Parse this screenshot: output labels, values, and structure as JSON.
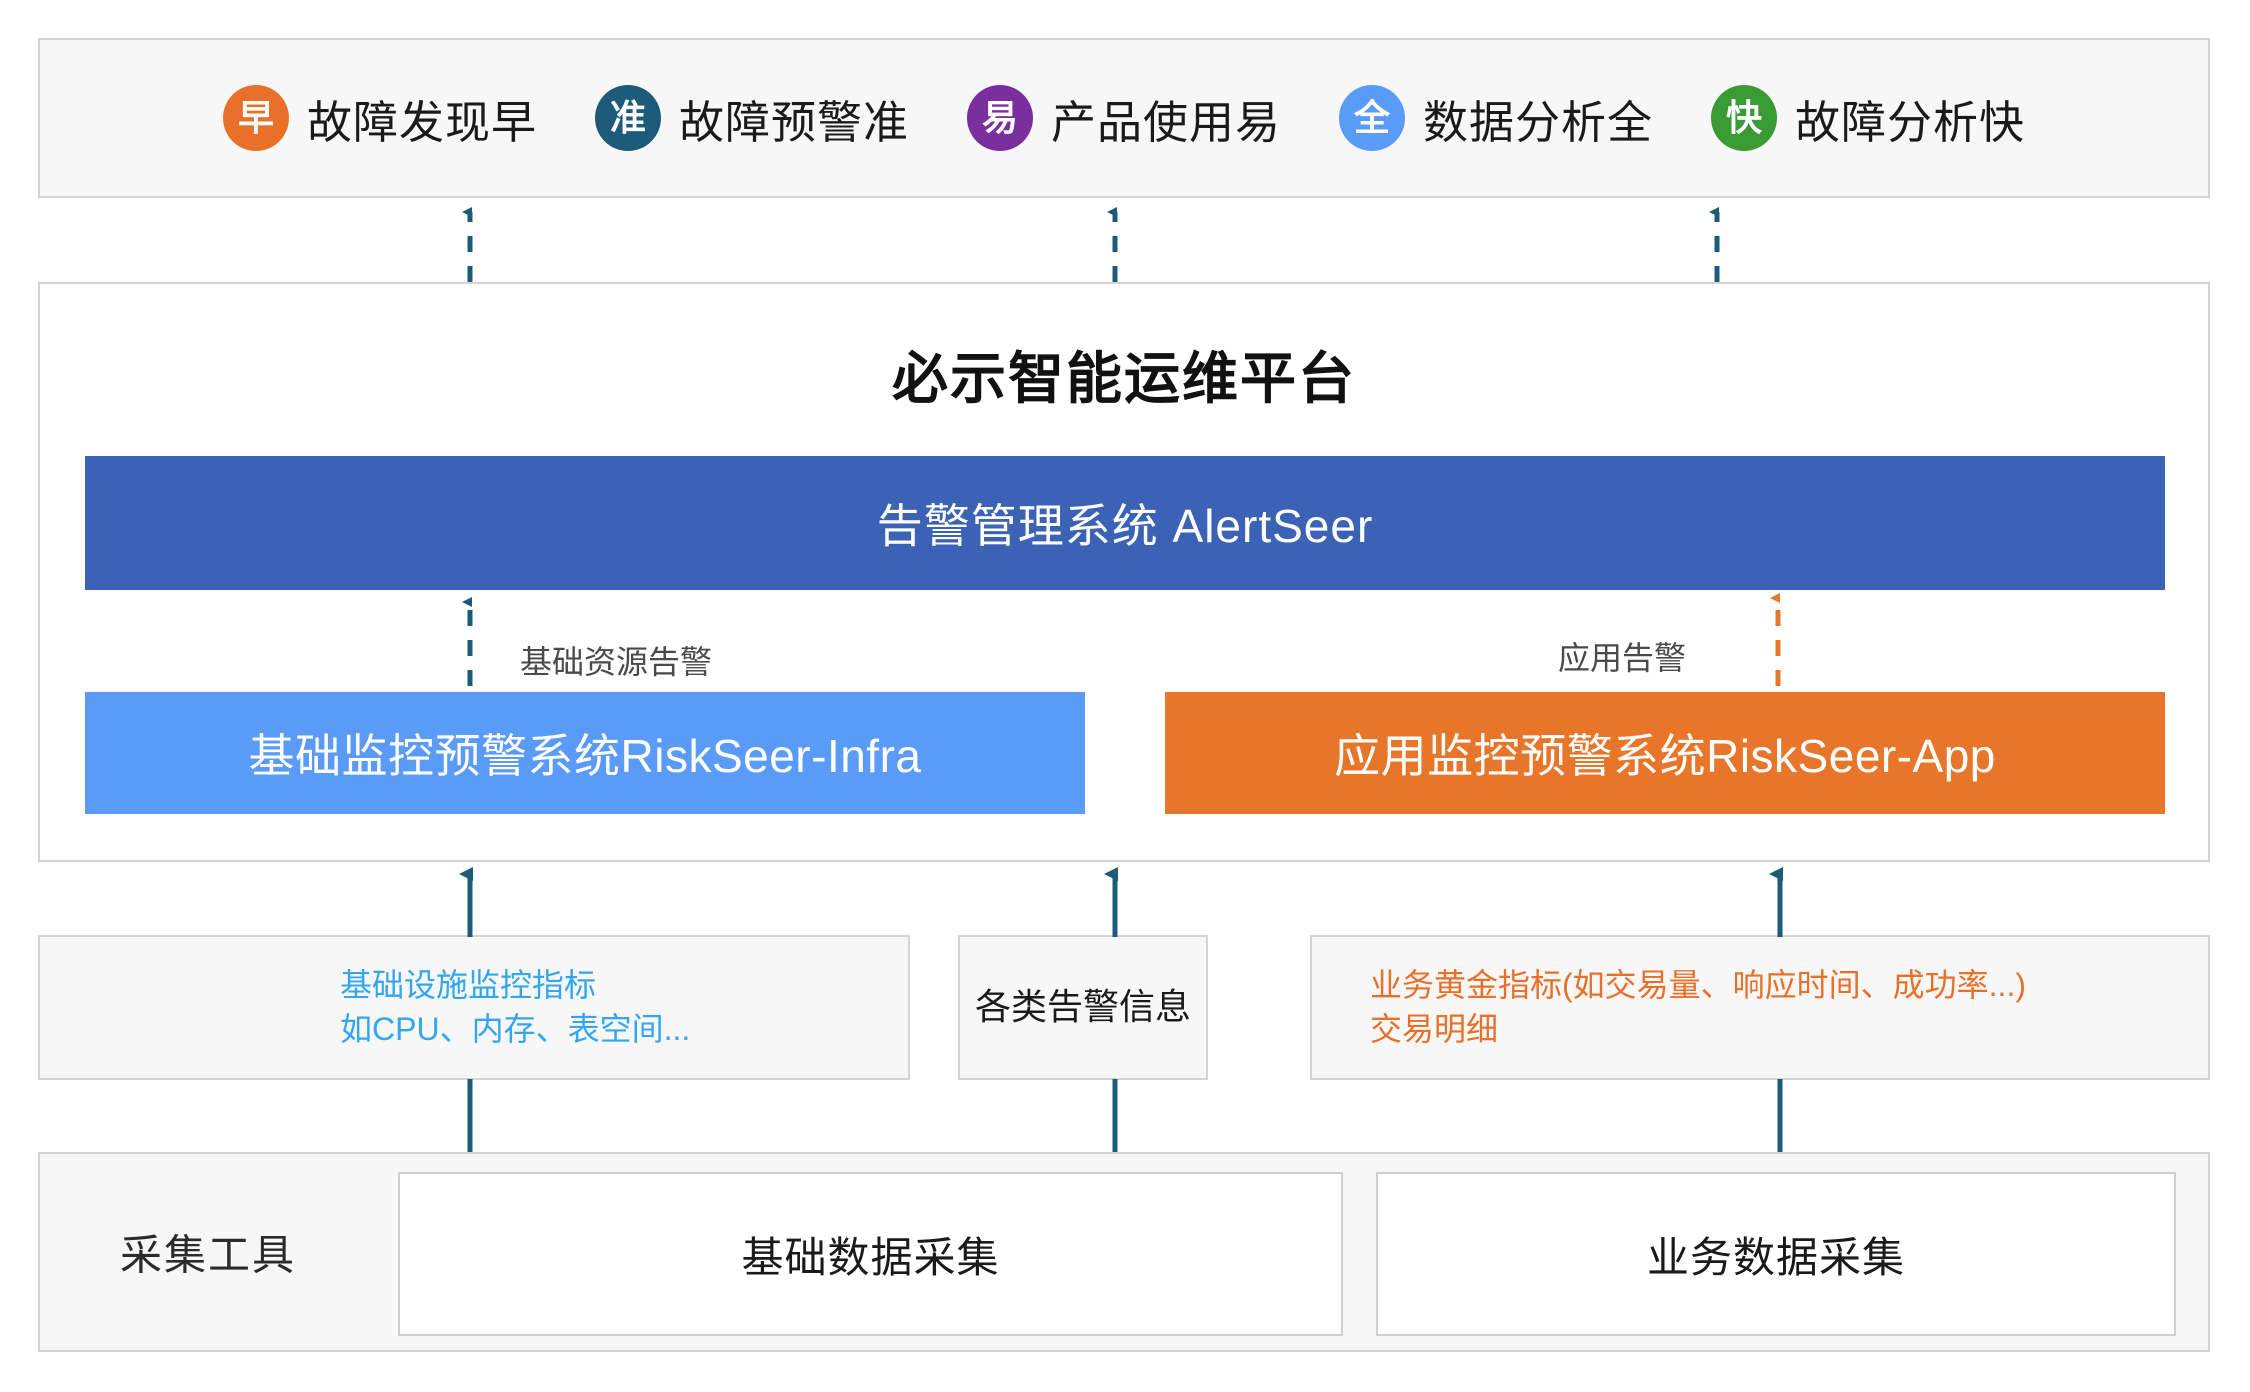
{
  "benefits": {
    "items": [
      {
        "badge": "早",
        "label": "故障发现早",
        "color": "#e8702a",
        "icon": "badge-circle-early"
      },
      {
        "badge": "准",
        "label": "故障预警准",
        "color": "#1d5b7b",
        "icon": "badge-circle-accurate"
      },
      {
        "badge": "易",
        "label": "产品使用易",
        "color": "#7b2f9e",
        "icon": "badge-circle-easy"
      },
      {
        "badge": "全",
        "label": "数据分析全",
        "color": "#5b9bf8",
        "icon": "badge-circle-complete"
      },
      {
        "badge": "快",
        "label": "故障分析快",
        "color": "#3a9a34",
        "icon": "badge-circle-fast"
      }
    ]
  },
  "platform": {
    "title": "必示智能运维平台",
    "alert_system": "告警管理系统 AlertSeer",
    "alert_system_color": "#3b62b5",
    "infra_system": "基础监控预警系统RiskSeer-Infra",
    "infra_system_color": "#5b9bf8",
    "app_system": "应用监控预警系统RiskSeer-App",
    "app_system_color": "#e8762a",
    "flow_label_infra": "基础资源告警",
    "flow_label_app": "应用告警"
  },
  "metrics": {
    "infra": "基础设施监控指标\n如CPU、内存、表空间...",
    "infra_color": "#34a5ef",
    "alerts": "各类告警信息",
    "app": "业务黄金指标(如交易量、响应时间、成功率...)\n交易明细",
    "app_color": "#e8702a"
  },
  "tools": {
    "title": "采集工具",
    "basic": "基础数据采集",
    "business": "业务数据采集"
  },
  "colors": {
    "panel_bg": "#f7f7f7",
    "panel_border": "#d4d4d4",
    "arrow_dark": "#1d5b7b",
    "arrow_orange": "#e8762a"
  }
}
